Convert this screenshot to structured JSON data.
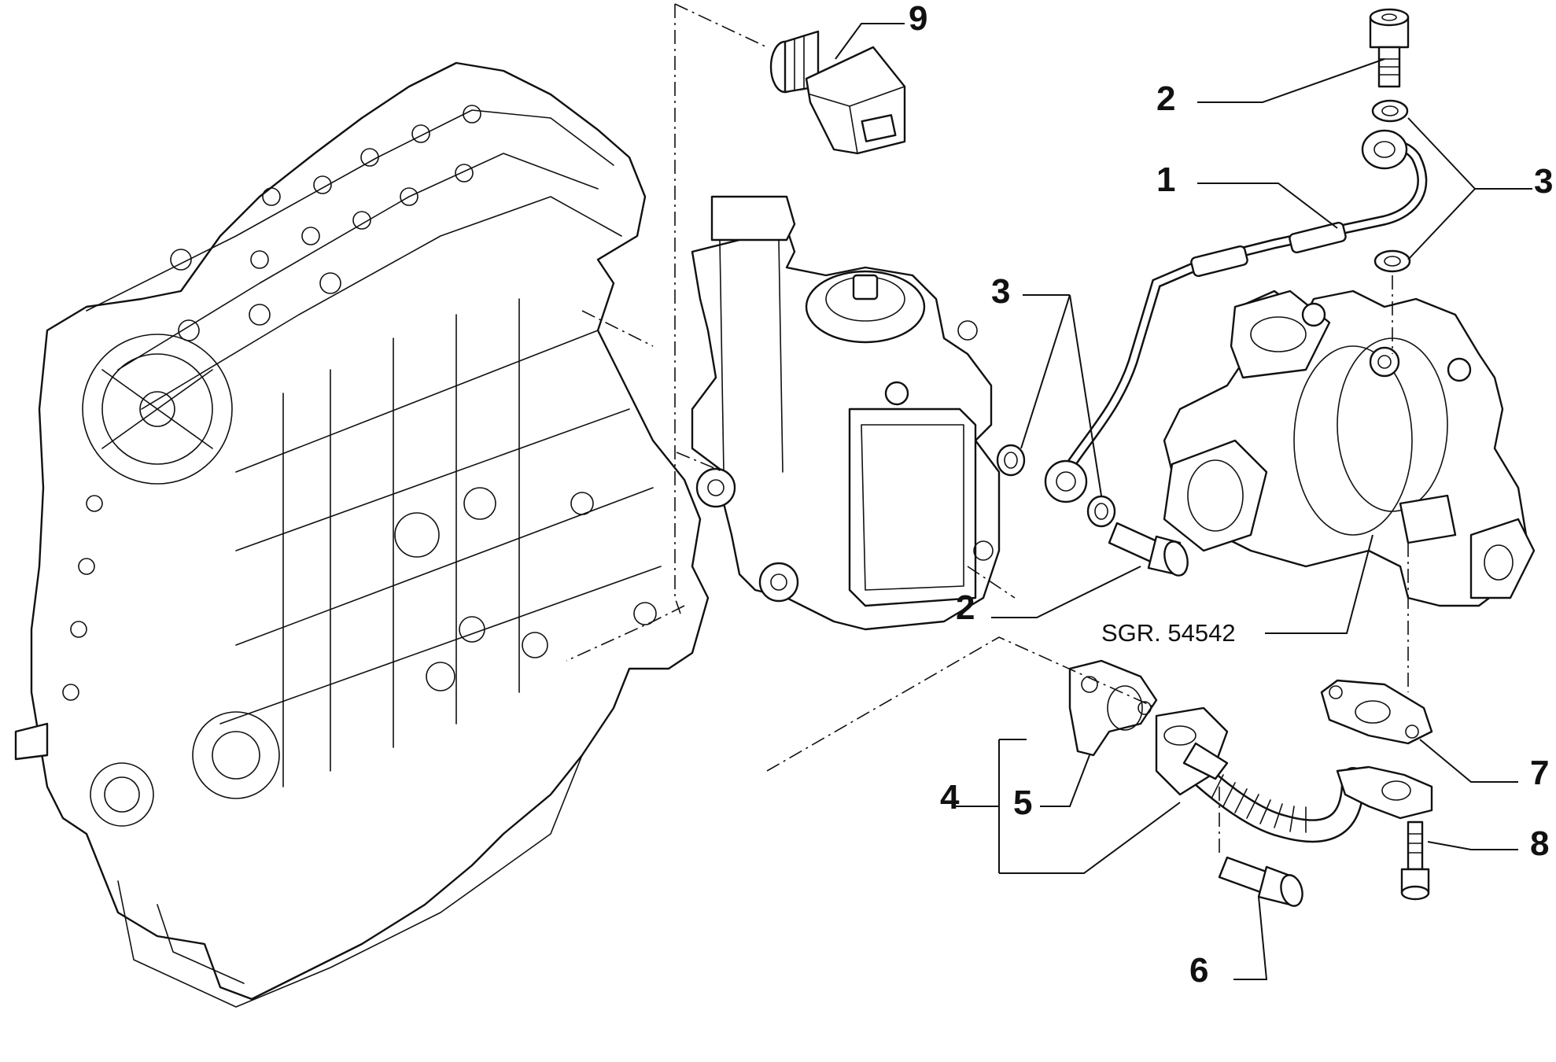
{
  "callouts": {
    "c1": "1",
    "c2_top": "2",
    "c2_mid": "2",
    "c3_right": "3",
    "c3_mid": "3",
    "c4": "4",
    "c5": "5",
    "c6": "6",
    "c7": "7",
    "c8": "8",
    "c9": "9"
  },
  "reference": "SGR. 54542"
}
